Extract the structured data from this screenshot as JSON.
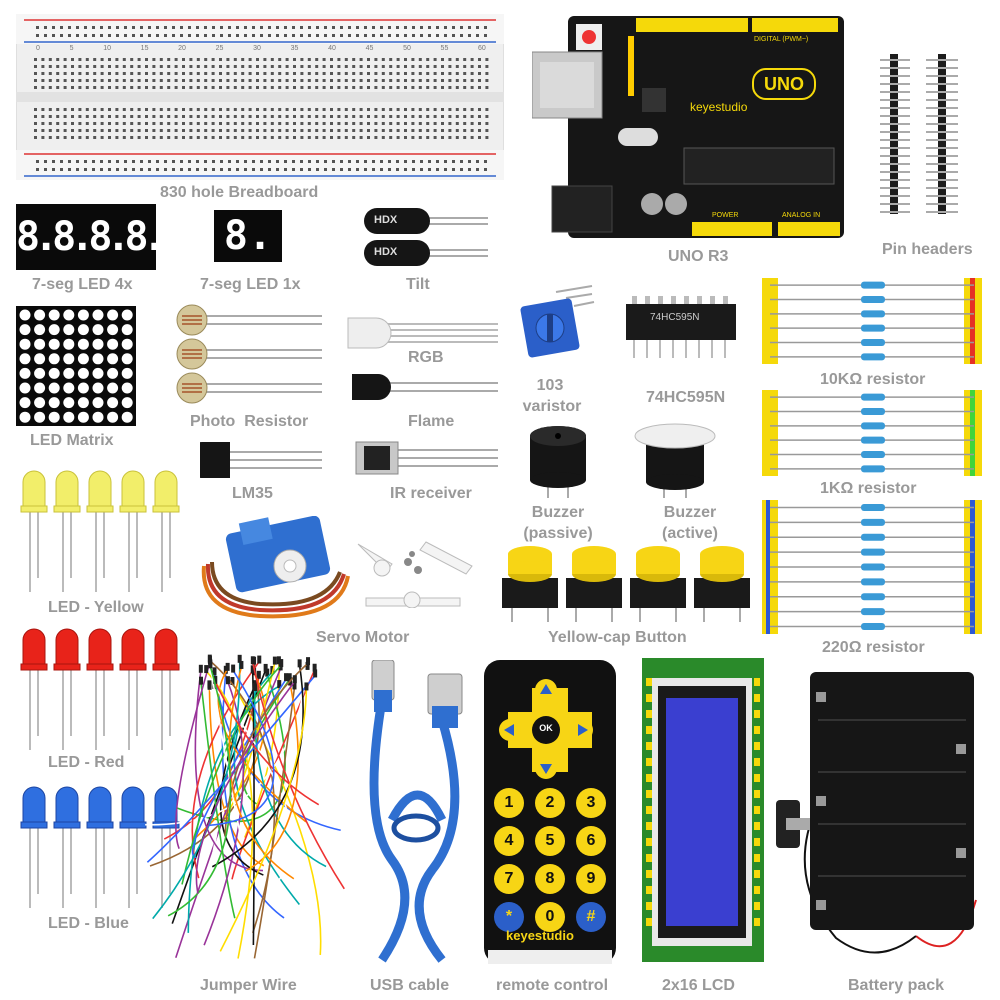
{
  "labels": {
    "breadboard": "830 hole Breadboard",
    "uno": "UNO R3",
    "pin_headers": "Pin headers",
    "seg4": "7-seg LED 4x",
    "seg1": "7-seg LED 1x",
    "tilt": "Tilt",
    "rgb": "RGB",
    "flame": "Flame",
    "photo": "Photo  Resistor",
    "matrix": "LED Matrix",
    "lm35": "LM35",
    "ir": "IR receiver",
    "varistor_1": "103",
    "varistor_2": "varistor",
    "ic": "74HC595N",
    "r10k": "10KΩ resistor",
    "r1k": "1KΩ resistor",
    "r220": "220Ω resistor",
    "buzzer_p1": "Buzzer",
    "buzzer_p2": "(passive)",
    "buzzer_a1": "Buzzer",
    "buzzer_a2": "(active)",
    "led_yellow": "LED - Yellow",
    "led_red": "LED - Red",
    "led_blue": "LED - Blue",
    "servo": "Servo Motor",
    "button": "Yellow-cap Button",
    "jumper": "Jumper Wire",
    "usb": "USB cable",
    "remote": "remote control",
    "lcd": "2x16 LCD",
    "battery": "Battery pack"
  },
  "board_text": {
    "uno_logo": "UNO",
    "brand": "keyestudio",
    "digital": "DIGITAL (PWM~)",
    "power": "POWER",
    "analog": "ANALOG IN",
    "ic_text": "74HC595N"
  },
  "breadboard_numbers": [
    "0",
    "5",
    "10",
    "15",
    "20",
    "25",
    "30",
    "35",
    "40",
    "45",
    "50",
    "55",
    "60"
  ],
  "seg_display": {
    "four": "8.8.8.8.",
    "one": "8."
  },
  "tilt_text": [
    "HDX",
    "HDX"
  ],
  "remote": {
    "ok": "OK",
    "keys": [
      "1",
      "2",
      "3",
      "4",
      "5",
      "6",
      "7",
      "8",
      "9",
      "*",
      "0",
      "#"
    ],
    "brand": "keyestudio"
  },
  "colors": {
    "led_yellow": "#f2ee6a",
    "led_red": "#e8231a",
    "led_blue": "#2f6fe0",
    "board": "#161616",
    "header": "#f5d90a",
    "remote_key": "#f7d515",
    "lcd": "#3a3fd0",
    "lcd_pcb": "#2a8a2a"
  }
}
